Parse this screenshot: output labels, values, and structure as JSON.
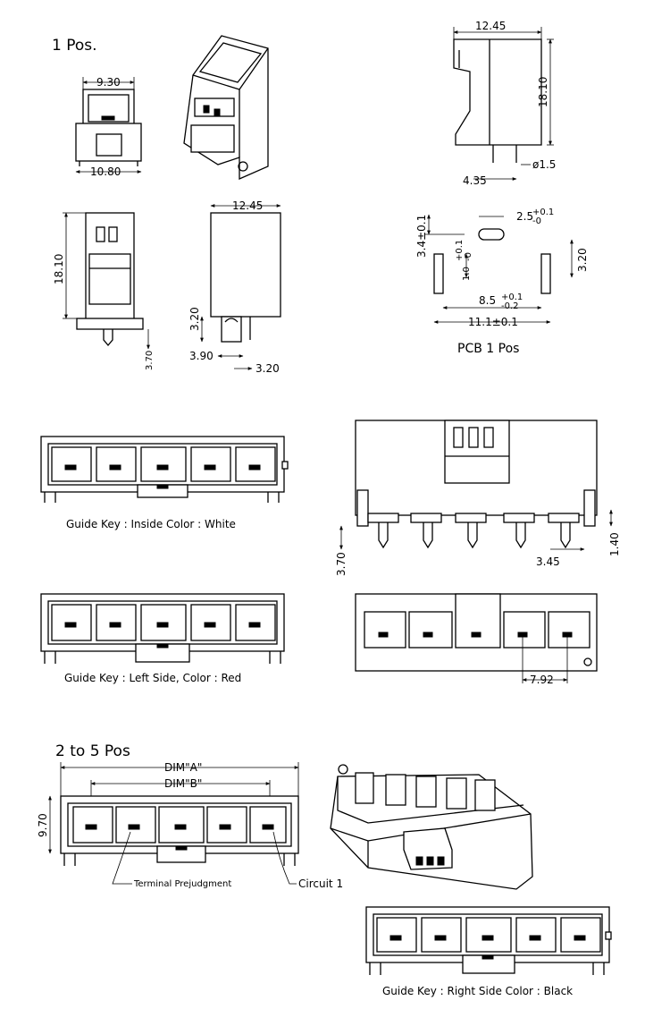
{
  "headings": {
    "one_pos": "1 Pos.",
    "two_to_five": "2 to 5 Pos",
    "pcb": "PCB 1 Pos"
  },
  "dimensions": {
    "w930": "9.30",
    "w1080": "10.80",
    "side_w1245": "12.45",
    "side_h1810": "18.10",
    "side_dia": "ø1.5",
    "side_off": "4.35",
    "front_h1810": "18.10",
    "front_pin": "3.70",
    "sv_w1245": "12.45",
    "sv_h320": "3.20",
    "sv_w390": "3.90",
    "sv_w320": "3.20",
    "pcb_slot": "2.5",
    "pcb_slot_tol_up": "+0.1",
    "pcb_slot_tol_dn": "-0",
    "pcb_h34": "3.4±0.1",
    "pcb_h10": "1.0",
    "pcb_h10_tol_up": "+0.1",
    "pcb_h10_tol_dn": "-0",
    "pcb_h320": "3.20",
    "pcb_w85": "8.5",
    "pcb_w85_tol_up": "+0.1",
    "pcb_w85_tol_dn": "-0.2",
    "pcb_w111": "11.1±0.1",
    "m_pin": "3.70",
    "m_345": "3.45",
    "m_140": "1.40",
    "m_pitch": "7.92",
    "dim_a": "DIM\"A\"",
    "dim_b": "DIM\"B\"",
    "h970": "9.70"
  },
  "captions": {
    "white": "Guide Key : Inside   Color : White",
    "red": "Guide Key : Left Side, Color : Red",
    "black": "Guide Key : Right Side    Color : Black"
  },
  "callouts": {
    "terminal": "Terminal Prejudgment",
    "circuit": "Circuit 1"
  }
}
